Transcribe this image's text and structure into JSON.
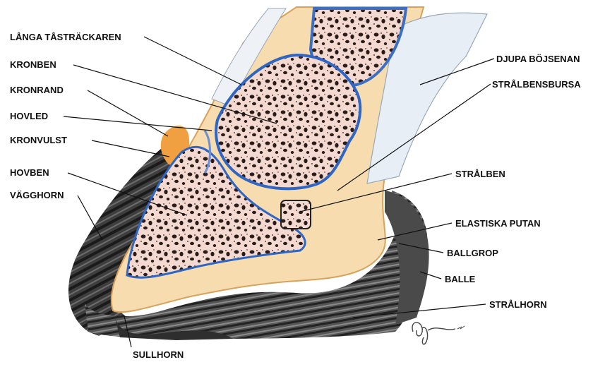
{
  "labels": {
    "langa_tastrackaren": "LÅNGA TÅSTRÄCKAREN",
    "kronben": "KRONBEN",
    "kronrand": "KRONRAND",
    "hovled": "HOVLED",
    "kronvulst": "KRONVULST",
    "hovben": "HOVBEN",
    "vagghorn": "VÄGGHORN",
    "djupa_bojsenan": "DJUPA BÖJSENAN",
    "stralbensbursa": "STRÅLBENSBURSA",
    "stralben": "STRÅLBEN",
    "elastiska_putan": "ELASTISKA PUTAN",
    "ballgrop": "BALLGROP",
    "balle": "BALLE",
    "stralhorn": "STRÅLHORN",
    "sullhorn": "SULLHORN"
  },
  "signature": "Pj ʹ17"
}
